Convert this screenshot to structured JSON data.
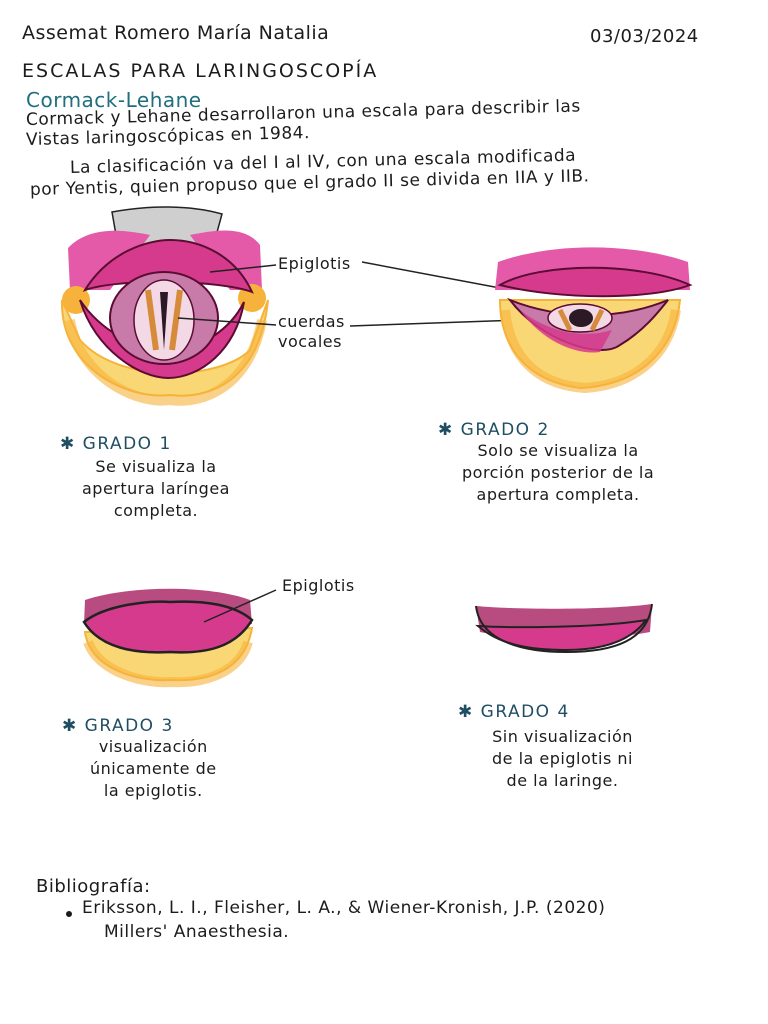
{
  "header": {
    "author": "Assemat Romero María Natalia",
    "date": "03/03/2024",
    "title": "ESCALAS PARA LARINGOSCOPÍA",
    "subtitle": "Cormack-Lehane"
  },
  "intro": {
    "line1": "Cormack",
    "line2": "y Lehane desarrollaron una escala para describir las",
    "line2b": "Vistas laringoscópicas en 1984.",
    "line3": "La clasificación va del I al IV, con una escala modificada",
    "line4": "por Yentis, quien propuso que el grado II se divida en IIA y IIB."
  },
  "labels": {
    "epiglotis": "Epiglotis",
    "cuerdas_1": "cuerdas",
    "cuerdas_2": "vocales",
    "epiglotis_g3": "Epiglotis"
  },
  "grades": [
    {
      "title": "✱ GRADO 1",
      "lines": [
        "Se visualiza la",
        "apertura laríngea",
        "completa."
      ]
    },
    {
      "title": "✱ GRADO 2",
      "lines": [
        "Solo se visualiza la",
        "porción posterior de la",
        "apertura completa."
      ]
    },
    {
      "title": "✱ GRADO 3",
      "lines": [
        "visualización",
        "únicamente de",
        "la epiglotis."
      ]
    },
    {
      "title": "✱ GRADO 4",
      "lines": [
        "Sin visualización",
        "de la epiglotis ni",
        "de la laringe."
      ]
    }
  ],
  "bibliography": {
    "title": "Bibliografía:",
    "ref_line1": "Eriksson, L. I., Fleisher, L. A., & Wiener-Kronish, J.P. (2020)",
    "ref_line2": "Millers' Anaesthesia."
  },
  "colors": {
    "pink": "#d63a8c",
    "magenta_dark": "#a01a5e",
    "orange": "#f6b23a",
    "yellow": "#f9d774",
    "grey": "#cfcfcf",
    "ink": "#1c1c1c",
    "teal": "#1f6f7e"
  }
}
